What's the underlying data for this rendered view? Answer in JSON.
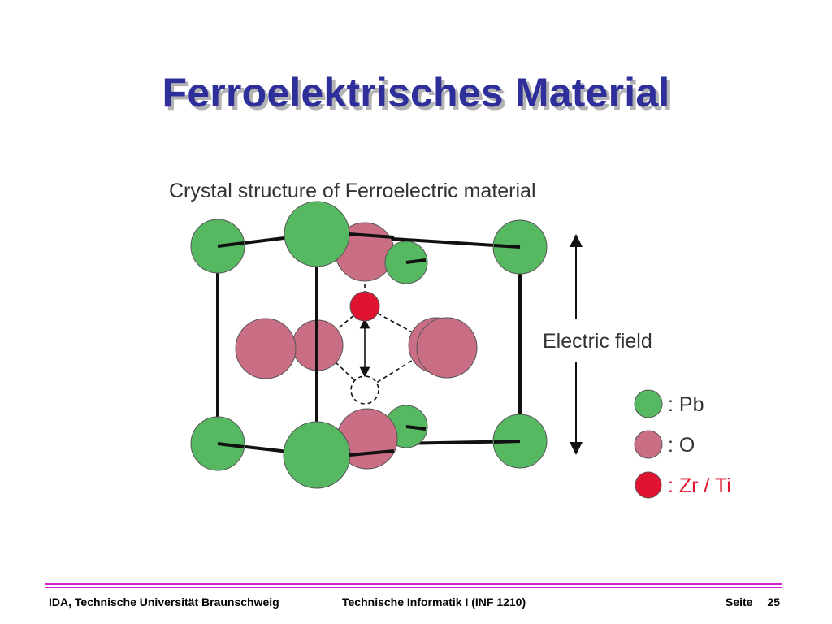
{
  "slide": {
    "title": "Ferroelektrisches Material"
  },
  "figure": {
    "caption": "Crystal structure of Ferroelectric material",
    "field_label": "Electric field",
    "legend": [
      {
        "label": ": Pb",
        "color": "#56b962",
        "element": "Pb"
      },
      {
        "label": ": O",
        "color": "#c96e85",
        "element": "O"
      },
      {
        "label": ": Zr / Ti",
        "color": "#e01430",
        "element": "Zr / Ti"
      }
    ],
    "colors": {
      "pb": "#56b962",
      "o": "#c96e85",
      "zr_ti": "#e01430",
      "bond": "#111111",
      "label_gray": "#333333",
      "legend_red_text": "#e01430"
    }
  },
  "footer": {
    "institution": "IDA, Technische Universität Braunschweig",
    "course": "Technische Informatik I (INF 1210)",
    "page_label": "Seite",
    "page_number": "25",
    "rule_color": "#d61fd6"
  },
  "colors": {
    "title": "#2f2f9c",
    "title_shadow": "#b3b3b3",
    "background": "#ffffff"
  }
}
